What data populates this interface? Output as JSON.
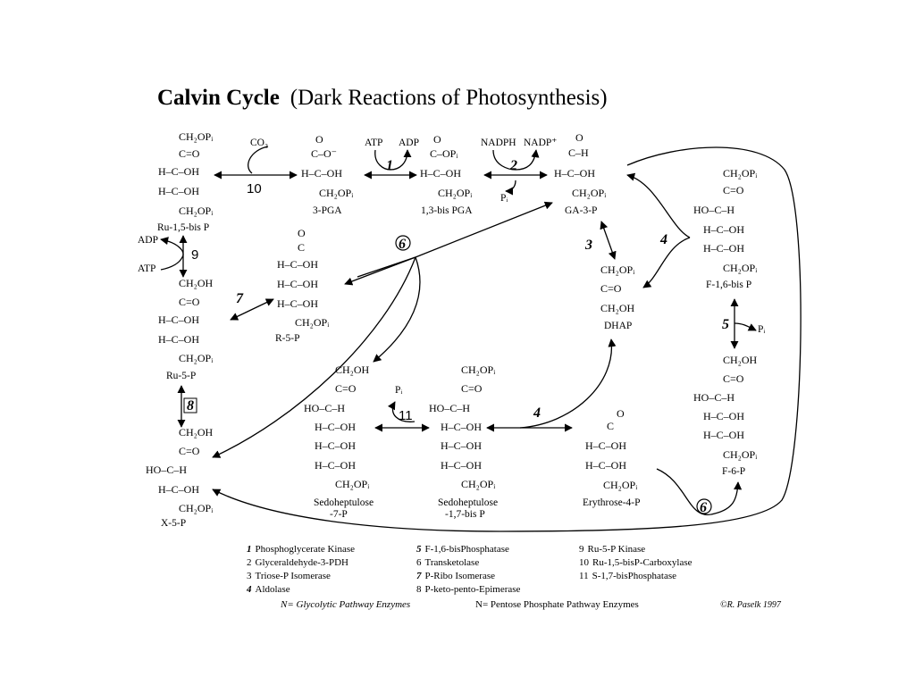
{
  "title": {
    "main": "Calvin Cycle",
    "sub": "(Dark Reactions of Photosynthesis)"
  },
  "molecules": {
    "ru15bp": {
      "lines": [
        "CH₂OPᵢ",
        "C=O",
        "H–C–OH",
        "H–C–OH",
        "CH₂OPᵢ"
      ],
      "label": "Ru-1,5-bis P"
    },
    "pga3": {
      "lines": [
        "O",
        "C–O⁻",
        "H–C–OH",
        "CH₂OPᵢ"
      ],
      "label": "3-PGA"
    },
    "bpga": {
      "lines": [
        "O",
        "C–OPᵢ",
        "H–C–OH",
        "CH₂OPᵢ"
      ],
      "label": "1,3-bis PGA"
    },
    "ga3p": {
      "lines": [
        "O",
        "C–H",
        "H–C–OH",
        "CH₂OPᵢ"
      ],
      "label": "GA-3-P"
    },
    "r5p": {
      "lines": [
        "O",
        "C",
        "H–C–OH",
        "H–C–OH",
        "H–C–OH",
        "CH₂OPᵢ"
      ],
      "label": "R-5-P"
    },
    "ru5p": {
      "lines": [
        "CH₂OH",
        "C=O",
        "H–C–OH",
        "H–C–OH",
        "CH₂OPᵢ"
      ],
      "label": "Ru-5-P"
    },
    "x5p": {
      "lines": [
        "CH₂OH",
        "C=O",
        "HO–C–H",
        "H–C–OH",
        "CH₂OPᵢ"
      ],
      "label": "X-5-P"
    },
    "s7p": {
      "lines": [
        "CH₂OH",
        "C=O",
        "HO–C–H",
        "H–C–OH",
        "H–C–OH",
        "H–C–OH",
        "CH₂OPᵢ"
      ],
      "label": "Sedoheptulose",
      "label2": "-7-P"
    },
    "s17bp": {
      "lines": [
        "CH₂OPᵢ",
        "C=O",
        "HO–C–H",
        "H–C–OH",
        "H–C–OH",
        "H–C–OH",
        "CH₂OPᵢ"
      ],
      "label": "Sedoheptulose",
      "label2": "-1,7-bis P"
    },
    "e4p": {
      "lines": [
        "O",
        "C",
        "H–C–OH",
        "H–C–OH",
        "CH₂OPᵢ"
      ],
      "label": "Erythrose-4-P"
    },
    "dhap": {
      "lines": [
        "CH₂OPᵢ",
        "C=O",
        "CH₂OH"
      ],
      "label": "DHAP"
    },
    "f16bp": {
      "lines": [
        "CH₂OPᵢ",
        "C=O",
        "HO–C–H",
        "H–C–OH",
        "H–C–OH",
        "CH₂OPᵢ"
      ],
      "label": "F-1,6-bis P"
    },
    "f6p": {
      "lines": [
        "CH₂OH",
        "C=O",
        "HO–C–H",
        "H–C–OH",
        "H–C–OH",
        "CH₂OPᵢ"
      ],
      "label": "F-6-P"
    }
  },
  "cofactors": {
    "co2": "CO₂",
    "atp": "ATP",
    "adp": "ADP",
    "nadph": "NADPH",
    "nadp": "NADP⁺",
    "pi": "Pᵢ",
    "adp2": "ADP",
    "atp2": "ATP",
    "pi_f": "Pᵢ",
    "pi_s": "Pᵢ"
  },
  "enzyme_marks": {
    "e1": "1",
    "e2": "2",
    "e3": "3",
    "e4a": "4",
    "e4b": "4",
    "e5": "5",
    "e6a": "6",
    "e6b": "6",
    "e7": "7",
    "e8": "8",
    "e9": "9",
    "e10": "10",
    "e11": "11"
  },
  "legend": {
    "col1": [
      {
        "num": "1",
        "text": "Phosphoglycerate Kinase"
      },
      {
        "num": "2",
        "text": "Glyceraldehyde-3-PDH"
      },
      {
        "num": "3",
        "text": "Triose-P Isomerase"
      },
      {
        "num": "4",
        "text": "Aldolase"
      }
    ],
    "col2": [
      {
        "num": "5",
        "text": "F-1,6-bisPhosphatase"
      },
      {
        "num": "6",
        "text": "Transketolase"
      },
      {
        "num": "7",
        "text": "P-Ribo Isomerase"
      },
      {
        "num": "8",
        "text": "P-keto-pento-Epimerase"
      }
    ],
    "col3": [
      {
        "num": "9",
        "text": "Ru-5-P Kinase"
      },
      {
        "num": "10",
        "text": "Ru-1,5-bisP-Carboxylase"
      },
      {
        "num": "11",
        "text": "S-1,7-bisPhosphatase"
      }
    ],
    "footer_glycolytic": "N= Glycolytic Pathway Enzymes",
    "footer_pentose": "N= Pentose Phosphate Pathway Enzymes",
    "credit": "©R. Paselk 1997"
  }
}
